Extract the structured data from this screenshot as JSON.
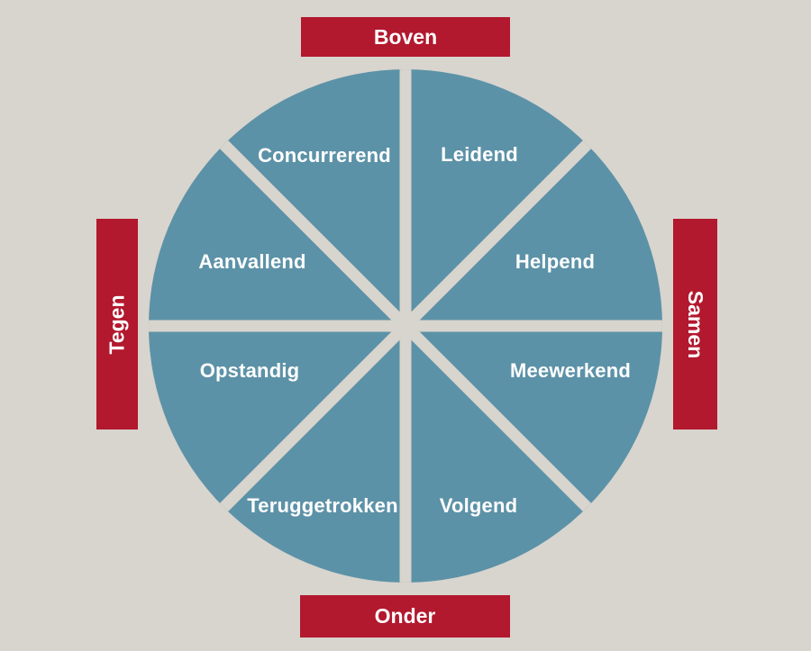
{
  "diagram": {
    "type": "rose-of-leary",
    "axis_labels": {
      "top": "Boven",
      "right": "Samen",
      "bottom": "Onder",
      "left": "Tegen"
    },
    "sectors": [
      {
        "id": "concurrerend",
        "label": "Concurrerend"
      },
      {
        "id": "leidend",
        "label": "Leidend"
      },
      {
        "id": "aanvallend",
        "label": "Aanvallend"
      },
      {
        "id": "helpend",
        "label": "Helpend"
      },
      {
        "id": "opstandig",
        "label": "Opstandig"
      },
      {
        "id": "meewerkend",
        "label": "Meewerkend"
      },
      {
        "id": "teruggetrokken",
        "label": "Teruggetrokken"
      },
      {
        "id": "volgend",
        "label": "Volgend"
      }
    ]
  },
  "colors": {
    "bg": "#d8d4ce",
    "blue": "#5c92a7",
    "red": "#b2182e",
    "text": "#ffffff"
  }
}
